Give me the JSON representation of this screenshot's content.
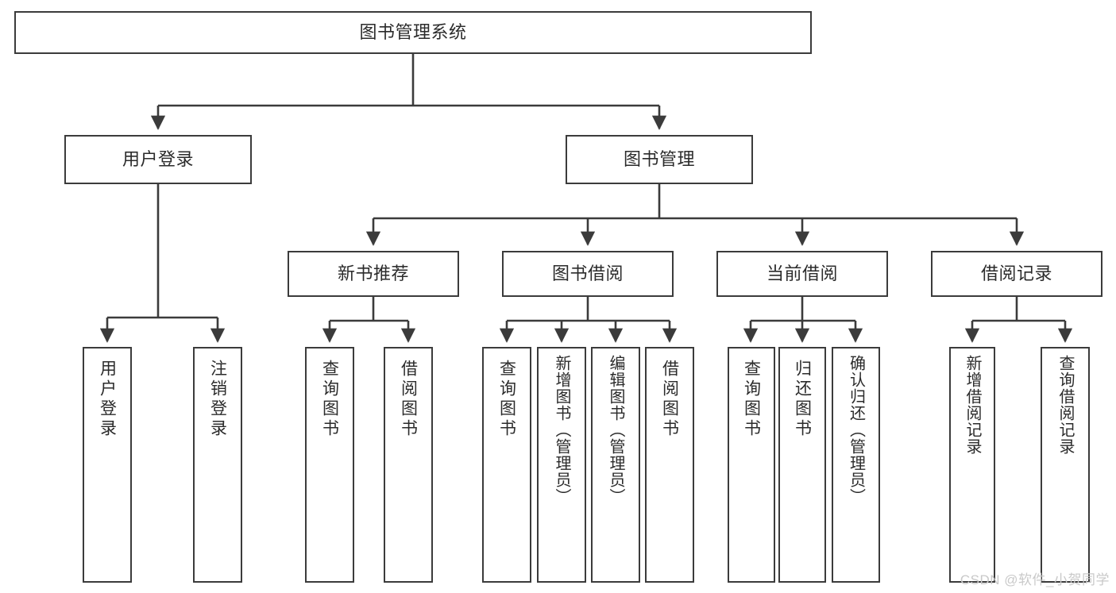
{
  "diagram": {
    "type": "tree-hierarchy-chart",
    "title": "图书管理系统",
    "orientation": "top-down",
    "colors": {
      "box_border": "#3b3b3b",
      "box_fill": "#ffffff",
      "text": "#2b2b2b",
      "edge": "#3b3b3b",
      "watermark": "#c9c9c9",
      "background": "#ffffff"
    },
    "root": {
      "label": "图书管理系统"
    },
    "level2": [
      {
        "label": "用户登录"
      },
      {
        "label": "图书管理"
      }
    ],
    "level3": [
      {
        "label": "新书推荐"
      },
      {
        "label": "图书借阅"
      },
      {
        "label": "当前借阅"
      },
      {
        "label": "借阅记录"
      }
    ],
    "leaves": {
      "user_login": [
        {
          "label": "用户登录"
        },
        {
          "label": "注销登录"
        }
      ],
      "new_book_recommend": [
        {
          "label": "查询图书"
        },
        {
          "label": "借阅图书"
        }
      ],
      "book_borrow": [
        {
          "label": "查询图书"
        },
        {
          "label": "新增图书（管理员）"
        },
        {
          "label": "编辑图书（管理员）"
        },
        {
          "label": "借阅图书"
        }
      ],
      "current_borrow": [
        {
          "label": "查询图书"
        },
        {
          "label": "归还图书"
        },
        {
          "label": "确认归还（管理员）"
        }
      ],
      "borrow_record": [
        {
          "label": "新增借阅记录"
        },
        {
          "label": "查询借阅记录"
        }
      ]
    }
  },
  "watermark": {
    "text": "CSDN @软件_小贺同学"
  }
}
